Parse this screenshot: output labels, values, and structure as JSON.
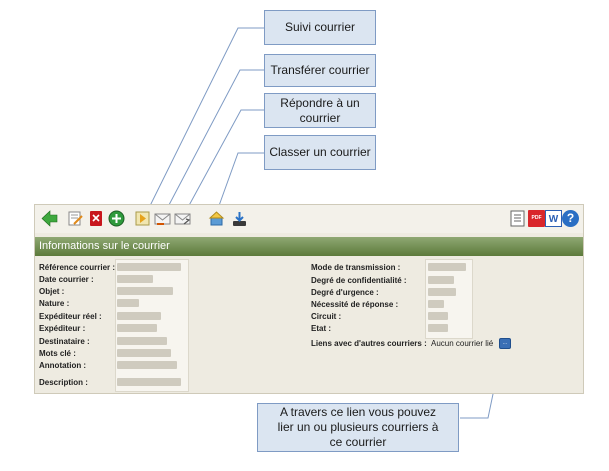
{
  "callouts": {
    "suivi": "Suivi courrier",
    "transferer": "Transférer courrier",
    "repondre": "Répondre  à un courrier",
    "classer": "Classer un courrier",
    "lien": "A travers ce lien vous pouvez lier un ou plusieurs courriers à ce courrier"
  },
  "toolbar": {
    "left_icons": [
      "back-arrow-icon",
      "edit-icon",
      "pdf-delete-icon",
      "add-icon",
      "track-icon",
      "forward-mail-icon",
      "reply-mail-icon",
      "archive-icon",
      "download-icon"
    ],
    "right_icons": [
      "list-icon",
      "pdf-icon",
      "word-icon",
      "help-icon"
    ],
    "help_glyph": "?",
    "word_glyph": "W",
    "pdf_glyph": "PDF"
  },
  "section": {
    "title": "Informations sur le courrier"
  },
  "left_fields": [
    {
      "label": "Référence courrier :"
    },
    {
      "label": "Date courrier :"
    },
    {
      "label": "Objet :"
    },
    {
      "label": "Nature :"
    },
    {
      "label": "Expéditeur réel :"
    },
    {
      "label": "Expéditeur :"
    },
    {
      "label": "Destinataire :"
    },
    {
      "label": "Mots clé :"
    },
    {
      "label": "Annotation :"
    },
    {
      "label": "Description :"
    }
  ],
  "right_fields": [
    {
      "label": "Mode de transmission :"
    },
    {
      "label": "Degré de confidentialité :"
    },
    {
      "label": "Degré d'urgence :"
    },
    {
      "label": "Nécessité de réponse :"
    },
    {
      "label": "Circuit :"
    },
    {
      "label": "Etat :"
    }
  ],
  "links": {
    "label": "Liens avec d'autres courriers :",
    "value": "Aucun courrier lié",
    "button_glyph": "..."
  },
  "colors": {
    "callout_bg": "#dbe5f1",
    "header_green": "#5c7a3a",
    "panel_bg": "#eeebe1"
  }
}
